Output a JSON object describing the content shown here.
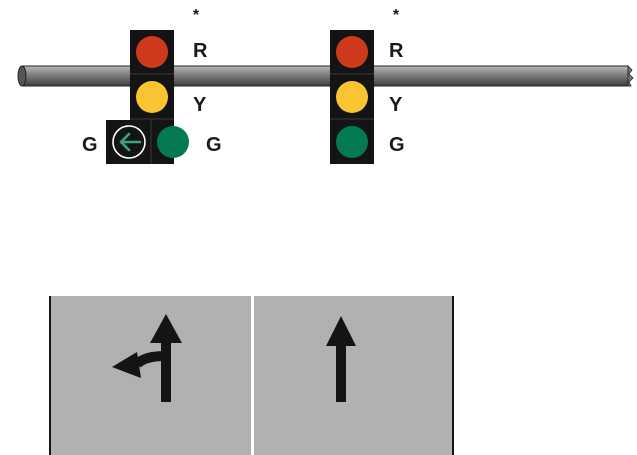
{
  "colors": {
    "red": "#cf3a1d",
    "yellow": "#f9c332",
    "green": "#047a54",
    "housing": "#141414",
    "pole": "#7d7d7d",
    "pavement": "#b1b1b1",
    "lane_line": "#ffffff",
    "arrow": "#141414"
  },
  "signals": [
    {
      "id": "left",
      "marker": "*",
      "labels": {
        "red": "R",
        "yellow": "Y",
        "green": "G",
        "green_arrow": "G"
      },
      "green_arrow_icon": "left-arrow-icon"
    },
    {
      "id": "right",
      "marker": "*",
      "labels": {
        "red": "R",
        "yellow": "Y",
        "green": "G"
      }
    }
  ],
  "lanes": [
    {
      "id": "left-lane",
      "arrow_icon": "left-through-arrow-icon"
    },
    {
      "id": "right-lane",
      "arrow_icon": "through-arrow-icon"
    }
  ]
}
